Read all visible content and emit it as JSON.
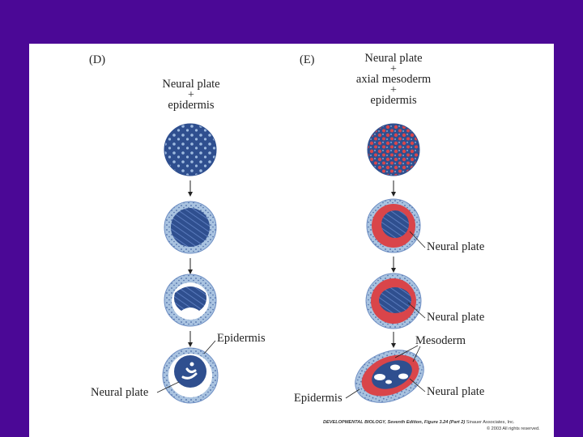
{
  "panels": {
    "d": {
      "letter": "(D)",
      "header": {
        "line1": "Neural plate",
        "plus1": "+",
        "line2": "epidermis"
      },
      "labels": {
        "epidermis": "Epidermis",
        "neural_plate": "Neural plate"
      }
    },
    "e": {
      "letter": "(E)",
      "header": {
        "line1": "Neural plate",
        "plus1": "+",
        "line2": "axial mesoderm",
        "plus2": "+",
        "line3": "epidermis"
      },
      "labels": {
        "neural_plate_1": "Neural plate",
        "neural_plate_2": "Neural plate",
        "mesoderm": "Mesoderm",
        "neural_plate_3": "Neural plate",
        "epidermis": "Epidermis"
      }
    }
  },
  "credit": {
    "line1_title": "DEVELOPMENTAL BIOLOGY, Seventh Edition, Figure 3.24 (Part 2)",
    "line1_publisher": "Sinauer Associates, Inc.",
    "line2": "© 2003 All rights reserved."
  },
  "colors": {
    "background": "#4b0896",
    "panel": "#ffffff",
    "neural_blue": "#2f4f8f",
    "epidermis_light": "#a9c3e0",
    "mesoderm_red": "#d9454a"
  }
}
